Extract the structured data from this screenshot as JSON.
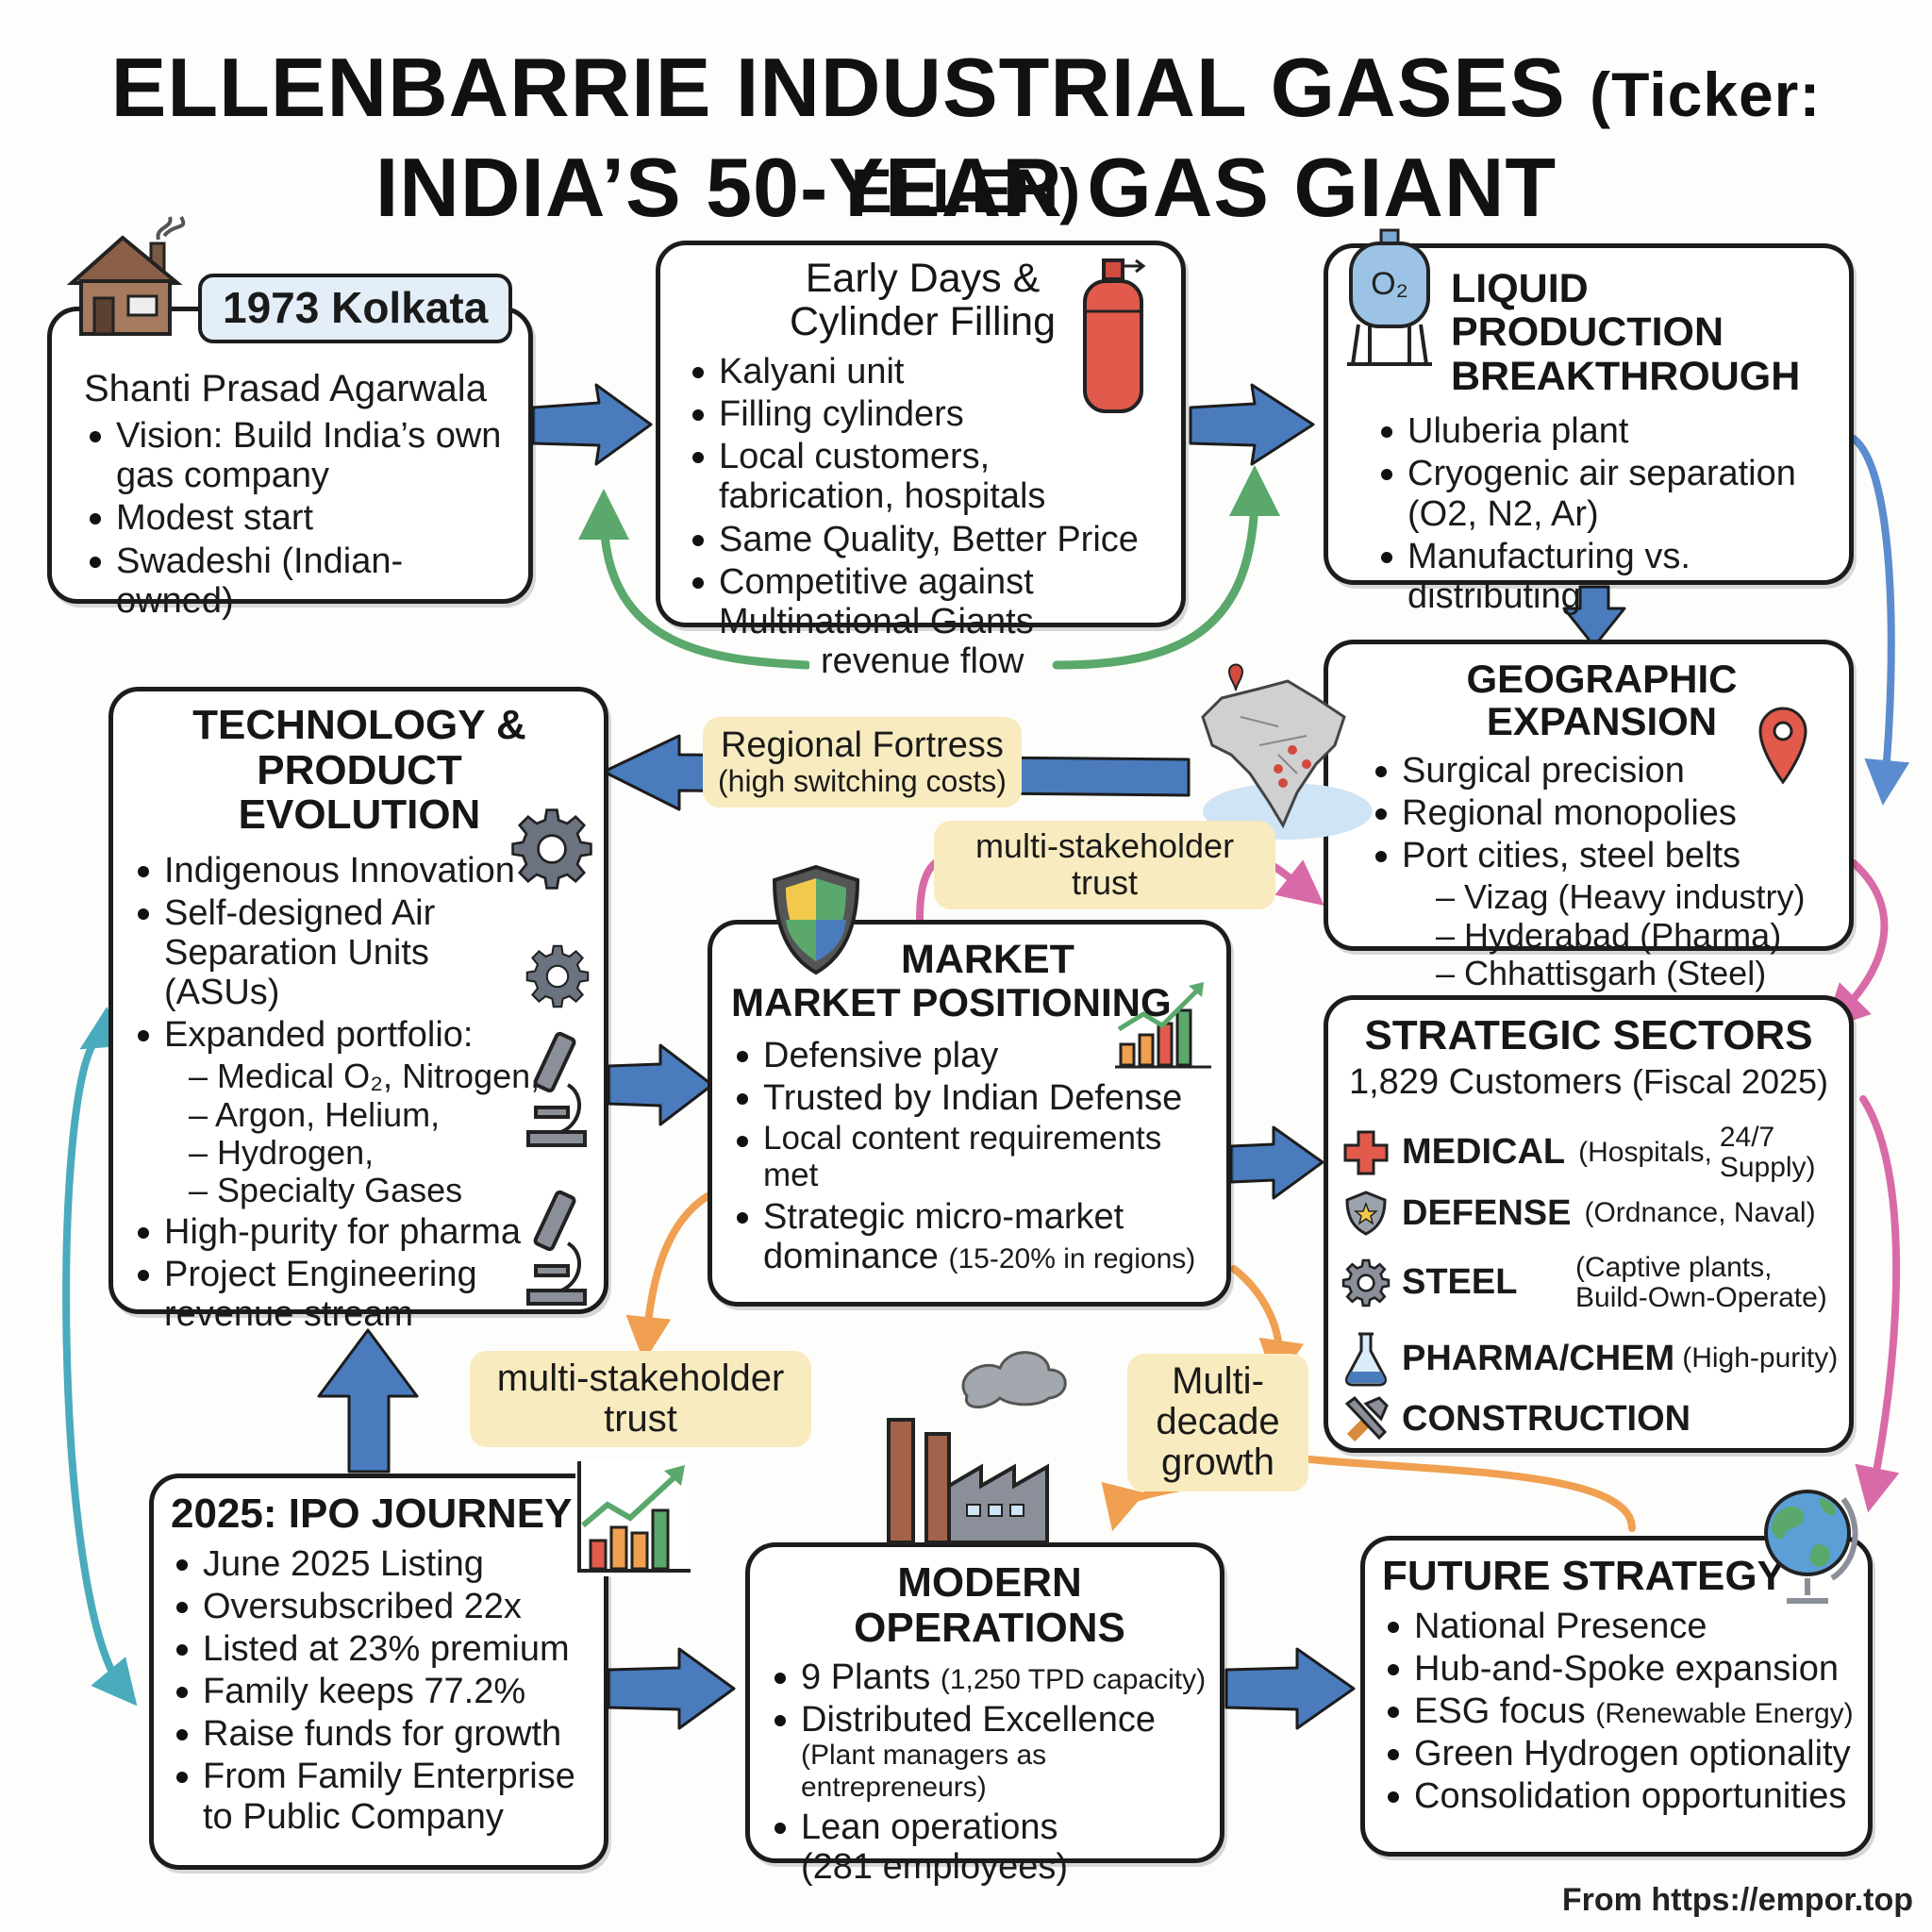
{
  "title": {
    "line1": "ELLENBARRIE INDUSTRIAL GASES",
    "ticker": "(Ticker: ELLEN)",
    "line2": "INDIA’S 50-YEAR GAS GIANT"
  },
  "founding": {
    "tag": "1973 Kolkata",
    "founder": "Shanti Prasad Agarwala",
    "bullets": [
      "Vision: Build India’s own gas company",
      "Modest start",
      "Swadeshi (Indian-owned)"
    ]
  },
  "early_days": {
    "title": "Early Days & Cylinder Filling",
    "bullets": [
      "Kalyani unit",
      "Filling cylinders",
      "Local customers, fabrication, hospitals",
      "Same Quality, Better Price",
      "Competitive against Multinational Giants"
    ]
  },
  "liquid": {
    "title": "LIQUID PRODUCTION BREAKTHROUGH",
    "icon_label": "O₂",
    "bullets": [
      "Uluberia plant",
      "Cryogenic air separation (O2, N2, Ar)",
      "Manufacturing vs. distributing"
    ]
  },
  "flow_label": "revenue flow",
  "geo": {
    "title": "GEOGRAPHIC EXPANSION",
    "bullets": [
      "Surgical precision",
      "Regional monopolies",
      "Port cities, steel belts"
    ],
    "sub": [
      "Vizag (Heavy industry)",
      "Hyderabad (Pharma)",
      "Chhattisgarh (Steel)"
    ]
  },
  "tech": {
    "title": "TECHNOLOGY & PRODUCT EVOLUTION",
    "bullets": [
      "Indigenous Innovation",
      "Self-designed Air Separation Units (ASUs)",
      "Expanded portfolio:"
    ],
    "portfolio": [
      "Medical O₂, Nitrogen,",
      "Argon, Helium,",
      "Hydrogen,",
      "Specialty Gases"
    ],
    "bullets2": [
      "High-purity for pharma",
      "Project Engineering revenue stream"
    ]
  },
  "tags": {
    "regional_fortress": "Regional Fortress",
    "regional_fortress_sub": "(high switching costs)",
    "trust_top": "multi-stakeholder trust",
    "trust_left": "multi-stakeholder trust",
    "growth": "Multi-decade growth"
  },
  "market": {
    "title_l1": "MARKET",
    "title_l2": "MARKET POSITIONING",
    "bullets": [
      "Defensive play",
      "Trusted by Indian Defense",
      "Local content requirements met",
      "Strategic micro-market"
    ],
    "last_tail": "dominance",
    "last_note": "(15-20% in regions)"
  },
  "sectors": {
    "title": "STRATEGIC SECTORS",
    "customers": "1,829 Customers",
    "customers_note": "(Fiscal 2025)",
    "rows": [
      {
        "name": "MEDICAL",
        "note": "(Hospitals,",
        "note2": "24/7 Supply)"
      },
      {
        "name": "DEFENSE",
        "note": "(Ordnance, Naval)"
      },
      {
        "name": "STEEL",
        "note": "(Captive plants,",
        "note2": "Build-Own-Operate)"
      },
      {
        "name": "PHARMA/CHEM",
        "note": "(High-purity)"
      },
      {
        "name": "CONSTRUCTION",
        "note": ""
      }
    ]
  },
  "ipo": {
    "title": "2025: IPO JOURNEY",
    "bullets": [
      "June 2025 Listing",
      "Oversubscribed 22x",
      "Listed at 23% premium",
      "Family keeps 77.2%",
      "Raise funds for growth",
      "From Family Enterprise to Public Company"
    ]
  },
  "ops": {
    "title": "MODERN OPERATIONS",
    "b1": "9 Plants",
    "b1_note": "(1,250 TPD capacity)",
    "b2": "Distributed Excellence",
    "b2_note": "(Plant managers as entrepreneurs)",
    "b3": "Lean operations",
    "b3_note": "(281 employees)"
  },
  "future": {
    "title": "FUTURE STRATEGY",
    "bullets": [
      "National Presence",
      "Hub-and-Spoke expansion"
    ],
    "esg": "ESG focus",
    "esg_note": "(Renewable Energy)",
    "bullets2": [
      "Green Hydrogen optionality",
      "Consolidation opportunities"
    ]
  },
  "footer": "From https://empor.top",
  "colors": {
    "blue": "#4a7bbd",
    "green": "#5aa86b",
    "pink": "#d96aa8",
    "orange": "#f0a050",
    "teal": "#4aabbd",
    "tag_bg": "#f8ebbf"
  }
}
